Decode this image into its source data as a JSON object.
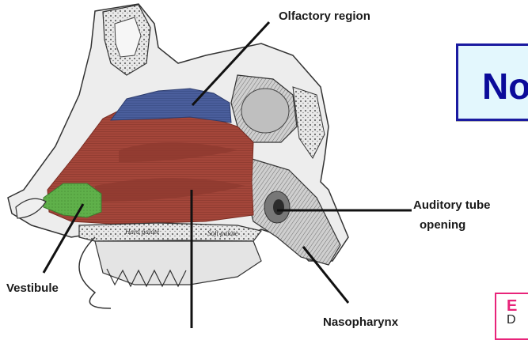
{
  "labels": {
    "olfactory": "Olfactory region",
    "auditory_line1": "Auditory tube",
    "auditory_line2": "opening",
    "vestibule": "Vestibule",
    "nasopharynx": "Nasopharynx",
    "hard_palate": "Hard palate",
    "soft_palate": "Soft palate"
  },
  "title_box": {
    "text": "No"
  },
  "side_box": {
    "heading": "E",
    "body": "D"
  },
  "colors": {
    "olfactory_region": "#4a5e9c",
    "respiratory_region": "#a4463a",
    "vestibule_region": "#5fb04a",
    "title_border": "#1a1aa0",
    "title_text": "#0b0b9a",
    "title_bg": "#e3f7fd",
    "side_box_border": "#e8247a"
  }
}
